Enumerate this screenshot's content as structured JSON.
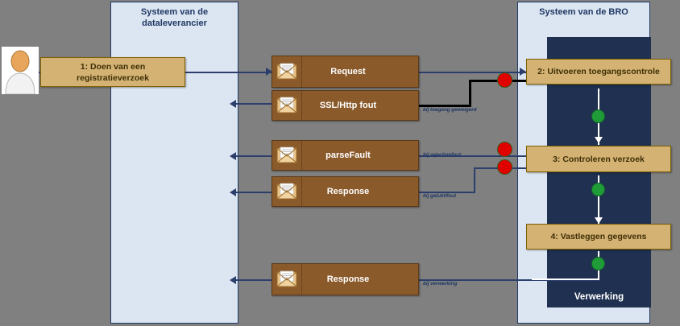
{
  "lanes": [
    {
      "title_line1": "Systeem van de",
      "title_line2": "dataleverancier"
    },
    {
      "title_line1": "Systeem van de BRO",
      "title_line2": ""
    }
  ],
  "bro": {
    "processing_label": "Verwerking"
  },
  "activities": [
    {
      "label": "1: Doen van een registratieverzoek"
    },
    {
      "label": "2: Uitvoeren toegangscontrole"
    },
    {
      "label": "3:  Controleren verzoek"
    },
    {
      "label": "4: Vastleggen gegevens"
    }
  ],
  "messages": [
    {
      "label": "Request",
      "icon": "envelope-icon"
    },
    {
      "label": "SSL/Http fout",
      "icon": "envelope-icon"
    },
    {
      "label": "parseFault",
      "icon": "envelope-icon"
    },
    {
      "label": "Response",
      "icon": "envelope-icon"
    },
    {
      "label": "Response",
      "icon": "envelope-icon"
    }
  ],
  "annotations": [
    {
      "text": "bij toegang geweigerd"
    },
    {
      "text": "bij rejectionfout"
    },
    {
      "text": "bij gelukt/fout"
    },
    {
      "text": "bij verwerking"
    }
  ],
  "actor": {
    "name": "dataleverancier-actor"
  },
  "colors": {
    "background": "#808080",
    "lane_fill": "#dce6f2",
    "lane_border": "#1f3864",
    "dark_column": "#1f3050",
    "activity_fill": "#d3b274",
    "activity_border": "#7f6000",
    "message_fill": "#8a5a2b",
    "connector": "#2c3e6b",
    "error_dot": "#e00000",
    "ok_dot": "#1f9b38"
  }
}
